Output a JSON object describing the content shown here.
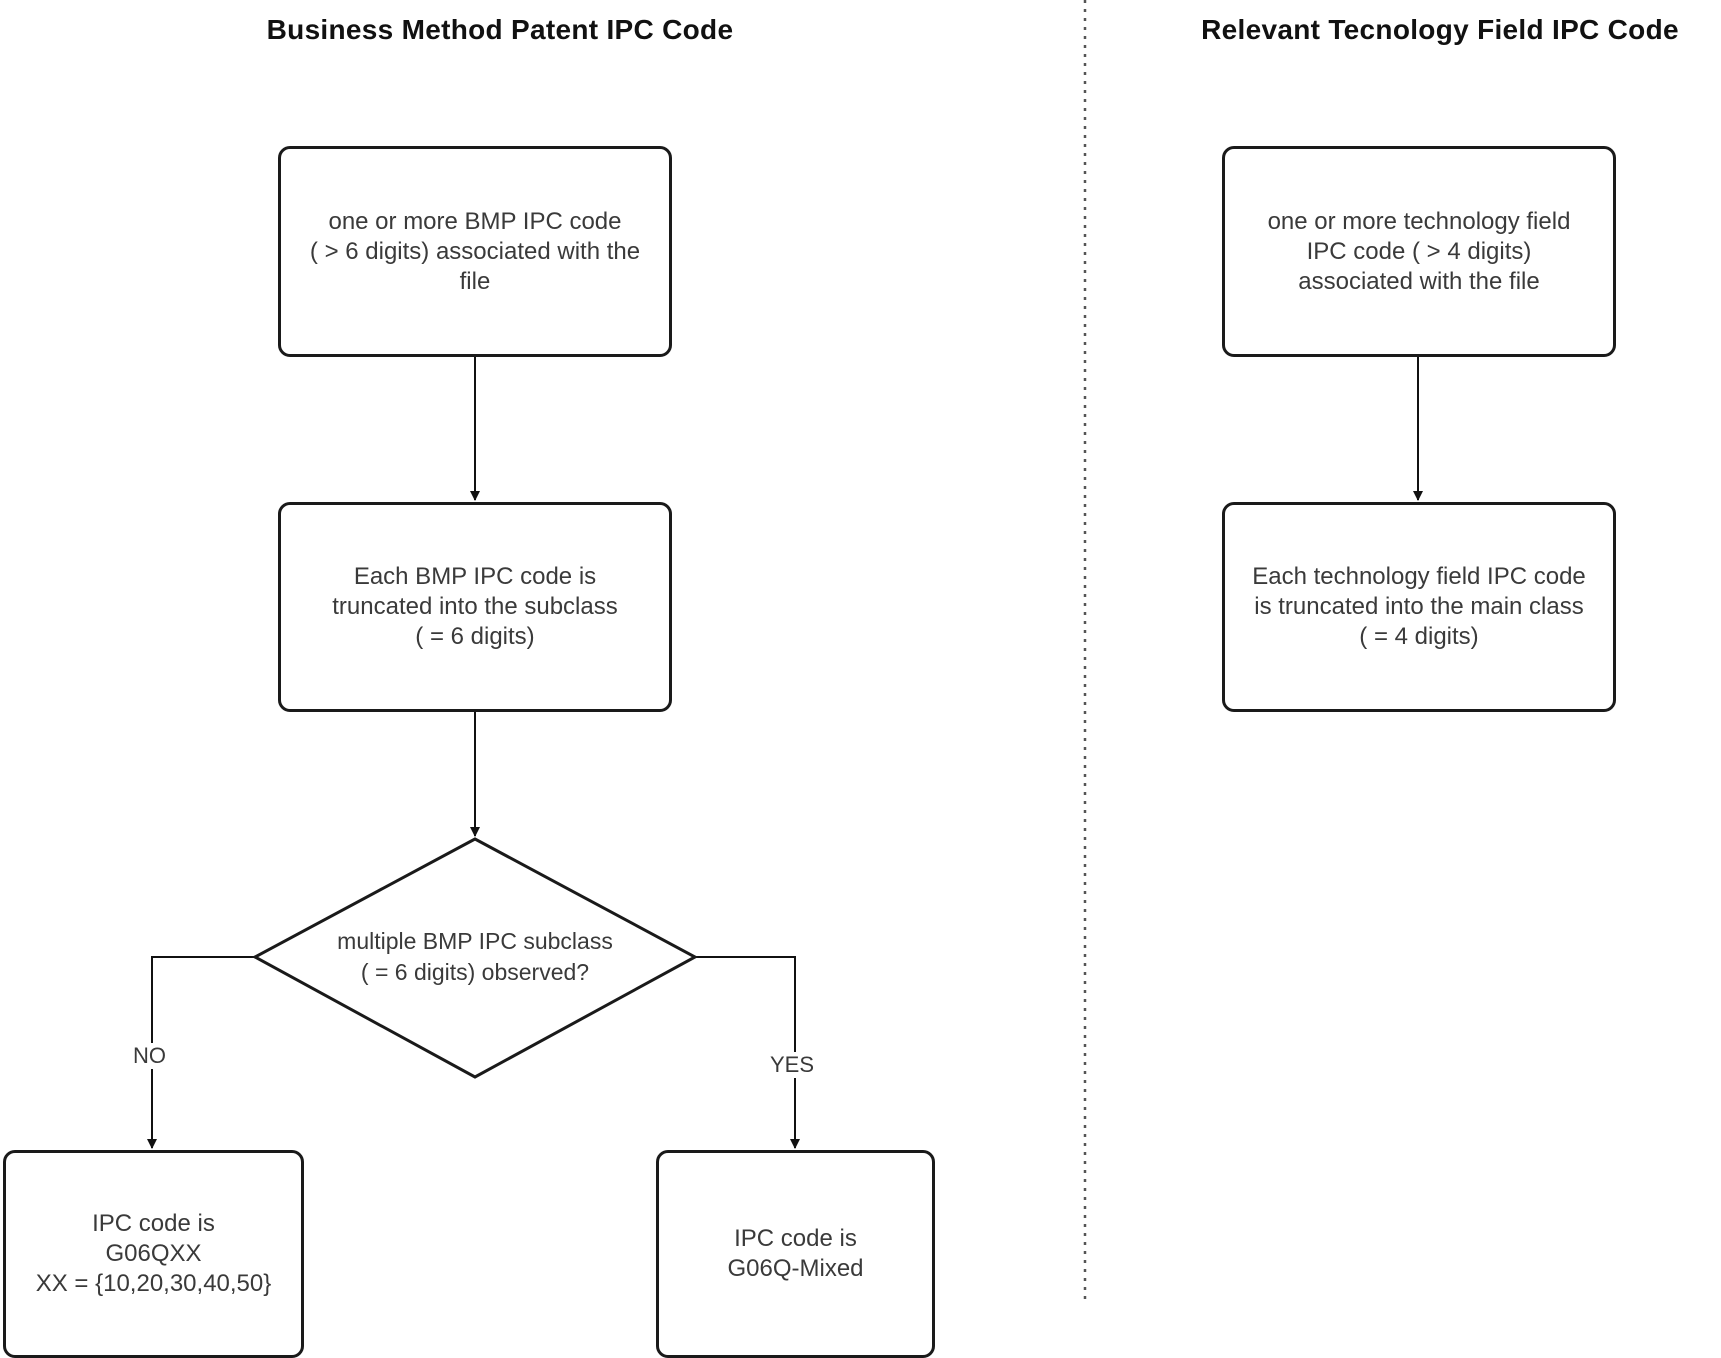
{
  "titles": {
    "left": "Business Method Patent IPC Code",
    "right": "Relevant Tecnology Field IPC Code"
  },
  "nodes": {
    "bmp_start": [
      "one or more BMP IPC code",
      "( > 6 digits) associated with the",
      "file"
    ],
    "bmp_truncate": [
      "Each BMP IPC code is",
      "truncated into the subclass",
      "( = 6 digits)"
    ],
    "bmp_decision": [
      "multiple BMP IPC subclass",
      "( = 6 digits) observed?"
    ],
    "bmp_no_result": [
      "IPC code is",
      "G06QXX",
      "XX = {10,20,30,40,50}"
    ],
    "bmp_yes_result": [
      "IPC code is",
      "G06Q-Mixed"
    ],
    "tech_start": [
      "one or more technology field",
      "IPC code ( > 4 digits)",
      "associated with the file"
    ],
    "tech_truncate": [
      "Each technology field IPC code",
      "is truncated into the main class",
      "( = 4 digits)"
    ]
  },
  "edge_labels": {
    "no": "NO",
    "yes": "YES"
  }
}
